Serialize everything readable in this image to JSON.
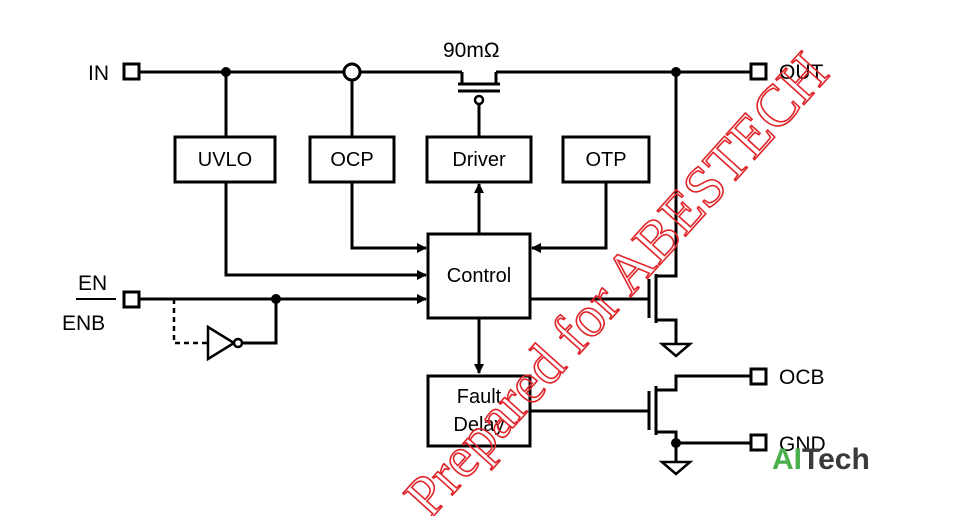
{
  "pins": {
    "in": "IN",
    "out": "OUT",
    "en": "EN",
    "enb": "ENB",
    "ocb": "OCB",
    "gnd": "GND"
  },
  "switch": {
    "resistance": "90mΩ"
  },
  "blocks": {
    "uvlo": "UVLO",
    "ocp": "OCP",
    "driver": "Driver",
    "otp": "OTP",
    "control": "Control",
    "fault_delay_line1": "Fault",
    "fault_delay_line2": "Delay"
  },
  "watermark": {
    "text": "Prepared for ABESTECH",
    "color": "#e0252a"
  },
  "logo": {
    "part1": "AI",
    "part2": "Tech",
    "accent": "#49b04d",
    "dark": "#3a3a3a"
  },
  "colors": {
    "line": "#000000",
    "background": "#ffffff"
  }
}
